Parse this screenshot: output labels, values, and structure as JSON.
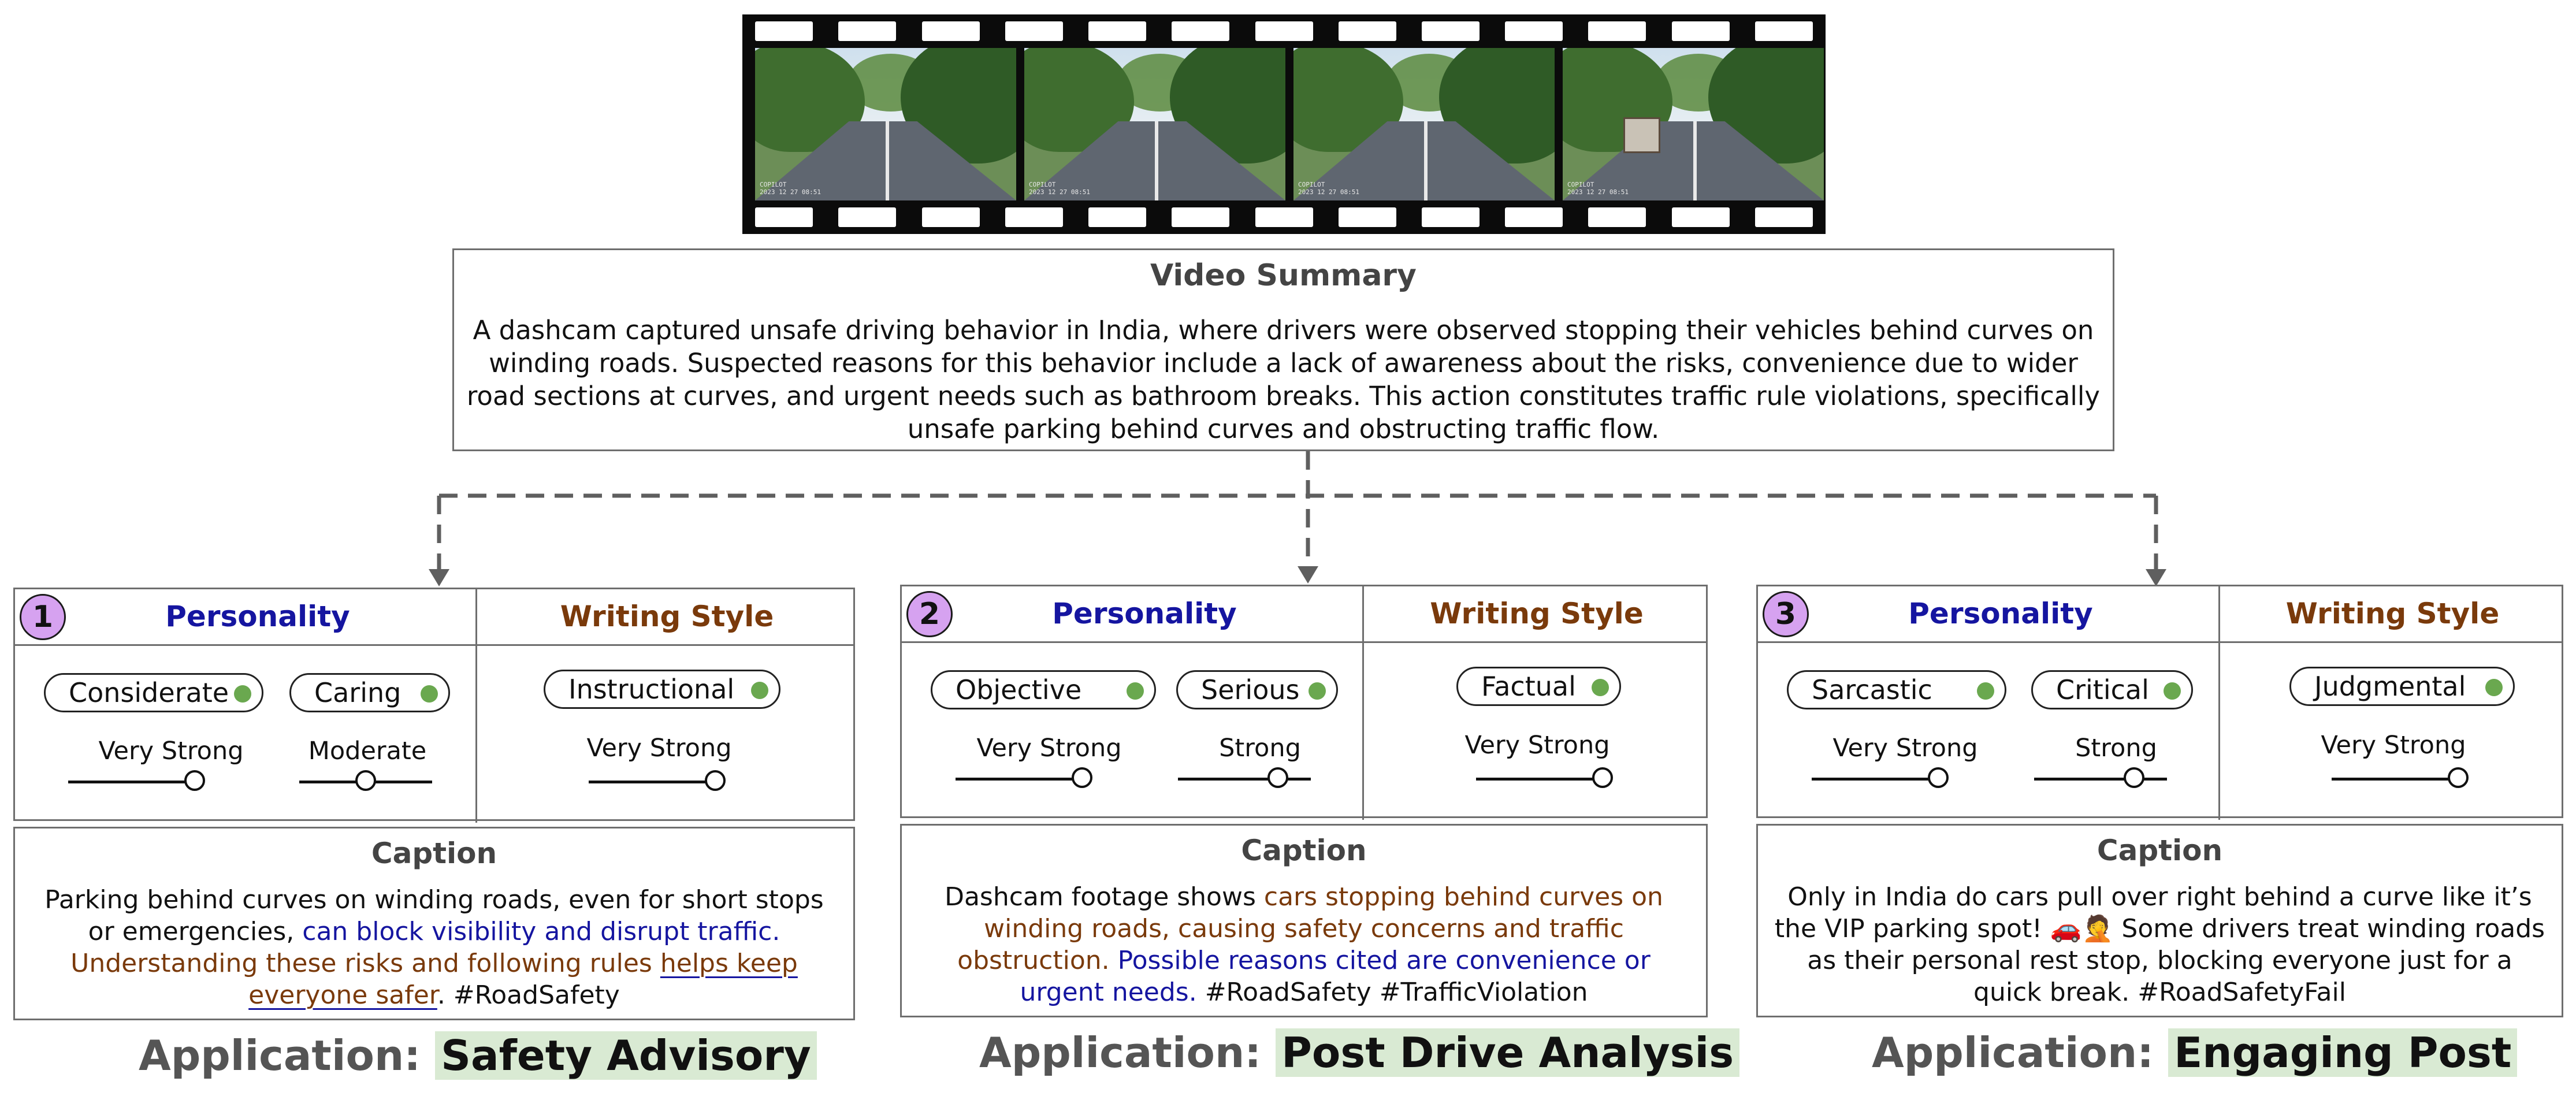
{
  "video": {
    "frames": [
      {
        "stamp": "COPILOT\n2023 12 27 08:51"
      },
      {
        "stamp": "COPILOT\n2023 12 27 08:51"
      },
      {
        "stamp": "COPILOT\n2023 12 27 08:51"
      },
      {
        "stamp": "COPILOT\n2023 12 27 08:51"
      }
    ]
  },
  "summary": {
    "title": "Video Summary",
    "text": "A dashcam captured unsafe driving behavior in India, where drivers were observed stopping their vehicles behind curves on winding roads. Suspected reasons for this behavior include a lack of awareness about the risks, convenience due to wider road sections at curves, and urgent needs such as bathroom breaks. This action constitutes traffic rule violations, specifically unsafe parking behind curves and obstructing traffic flow."
  },
  "headers": {
    "personality": "Personality",
    "writing_style": "Writing Style",
    "caption": "Caption"
  },
  "cards": [
    {
      "number": "1",
      "personality": [
        {
          "trait": "Considerate",
          "level": "Very Strong",
          "strength": 0.95
        },
        {
          "trait": "Caring",
          "level": "Moderate",
          "strength": 0.5
        }
      ],
      "writing_style": [
        {
          "trait": "Instructional",
          "level": "Very Strong",
          "strength": 0.95
        }
      ],
      "caption": {
        "p1": "Parking behind curves on winding roads, even for short stops or emergencies,",
        "p2": "can block visibility and disrupt traffic.",
        "p3": "Understanding these risks and following rules",
        "p4": "helps keep everyone safer",
        "p5": ". #RoadSafety"
      },
      "application": {
        "label": "Application:",
        "value": "Safety Advisory"
      }
    },
    {
      "number": "2",
      "personality": [
        {
          "trait": "Objective",
          "level": "Very Strong",
          "strength": 0.95
        },
        {
          "trait": "Serious",
          "level": "Strong",
          "strength": 0.75
        }
      ],
      "writing_style": [
        {
          "trait": "Factual",
          "level": "Very Strong",
          "strength": 0.95
        }
      ],
      "caption": {
        "p1": "Dashcam footage shows",
        "p2": "cars stopping behind curves on winding roads, causing safety concerns and traffic obstruction.",
        "p3": "Possible reasons cited are convenience or urgent needs.",
        "p4": "#RoadSafety #TrafficViolation"
      },
      "application": {
        "label": "Application:",
        "value": "Post Drive Analysis"
      }
    },
    {
      "number": "3",
      "personality": [
        {
          "trait": "Sarcastic",
          "level": "Very Strong",
          "strength": 0.95
        },
        {
          "trait": "Critical",
          "level": "Strong",
          "strength": 0.75
        }
      ],
      "writing_style": [
        {
          "trait": "Judgmental",
          "level": "Very Strong",
          "strength": 0.95
        }
      ],
      "caption": {
        "p1": "Only in India do cars pull over right behind a curve like it’s the VIP parking spot! 🚗🤦 Some drivers treat winding roads as their personal rest stop, blocking everyone just for a quick break. #RoadSafetyFail"
      },
      "application": {
        "label": "Application:",
        "value": "Engaging Post"
      }
    }
  ],
  "colors": {
    "personality": "#1515a0",
    "writing_style": "#7a3a0b",
    "badge": "#d6a2f0",
    "dot": "#6aa84f",
    "highlight": "#d9ead3"
  }
}
